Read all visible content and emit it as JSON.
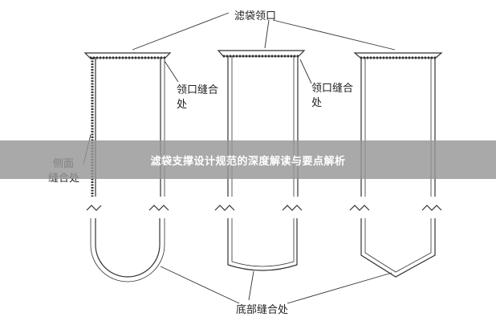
{
  "labels": {
    "top": "滤袋领口",
    "collar_seam_1_line1": "领口缝合",
    "collar_seam_1_line2": "处",
    "collar_seam_2_line1": "领口缝合",
    "collar_seam_2_line2": "处",
    "side_seam_line1": "侧面",
    "side_seam_line2": "缝合处",
    "bottom": "底部缝合处"
  },
  "banner": {
    "title": "滤袋支撑设计规范的深度解读与要点解析"
  },
  "colors": {
    "line": "#333333",
    "banner_bg": "#969696",
    "banner_text": "#ffffff"
  }
}
